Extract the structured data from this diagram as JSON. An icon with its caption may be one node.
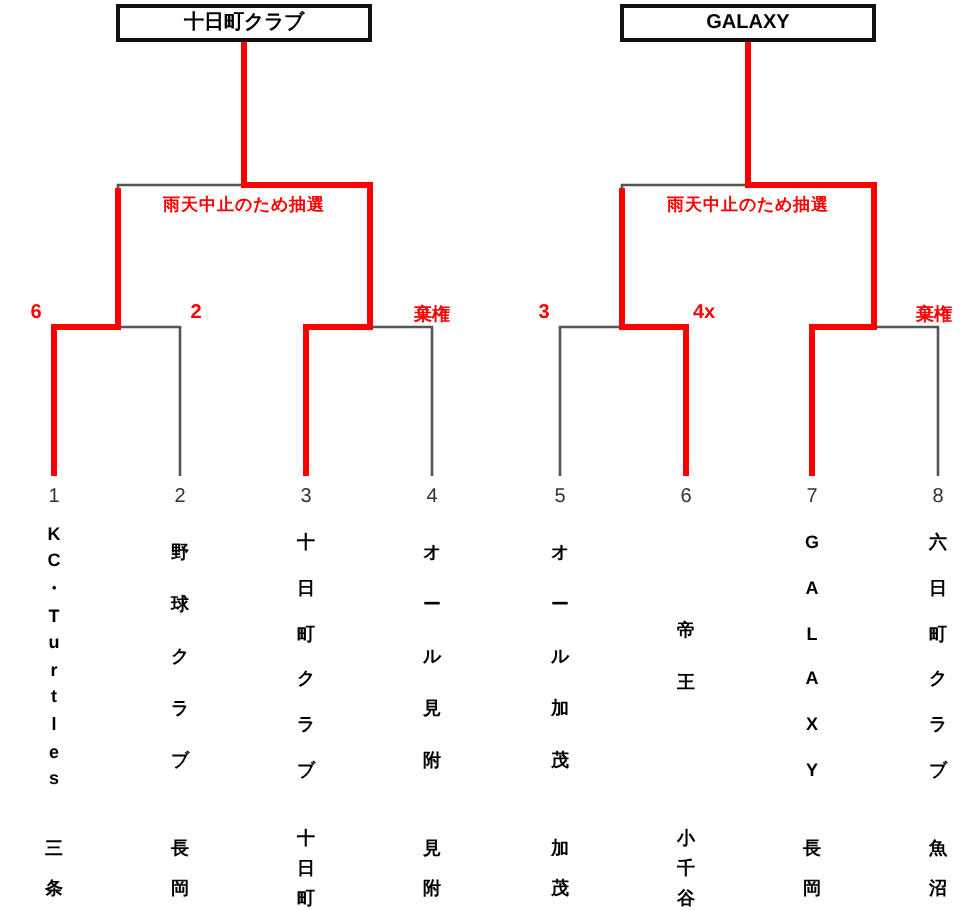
{
  "diagram": {
    "nodes": [
      {
        "text": [
          "十日町クラブ"
        ]
      },
      {
        "text": [
          "GALAXY"
        ]
      },
      {
        "text": [
          "1",
          "KC・Turtles",
          "三条"
        ]
      },
      {
        "text": [
          "2",
          "野球クラブ",
          "長岡"
        ]
      },
      {
        "text": [
          "3",
          "十日町クラブ",
          "十日町"
        ]
      },
      {
        "text": [
          "4",
          "オール見附",
          "見附"
        ]
      },
      {
        "text": [
          "5",
          "オール加茂",
          "加茂"
        ]
      },
      {
        "text": [
          "6",
          "帝王",
          "小千谷"
        ]
      },
      {
        "text": [
          "7",
          "GALAXY",
          "長岡"
        ]
      },
      {
        "text": [
          "8",
          "六日町クラブ",
          "魚沼"
        ]
      }
    ],
    "edges": [
      {
        "from": 2,
        "to": 0,
        "arrow": "none",
        "style": "thick",
        "color": "#ff0000"
      },
      {
        "from": 3,
        "to": 0,
        "arrow": "none",
        "color": "#555555"
      },
      {
        "from": 4,
        "to": 0,
        "arrow": "none",
        "style": "thick",
        "color": "#ff0000"
      },
      {
        "from": 5,
        "to": 0,
        "arrow": "none",
        "color": "#555555"
      },
      {
        "from": 6,
        "to": 1,
        "arrow": "none",
        "color": "#555555"
      },
      {
        "from": 7,
        "to": 1,
        "arrow": "none",
        "style": "thick",
        "color": "#ff0000"
      },
      {
        "from": 8,
        "to": 1,
        "arrow": "none",
        "style": "thick",
        "color": "#ff0000"
      },
      {
        "from": 9,
        "to": 1,
        "arrow": "none",
        "color": "#555555"
      }
    ],
    "labels": [
      "雨天中止のため抽選",
      "雨天中止のため抽選",
      "6",
      "2",
      "棄権",
      "3",
      "4x",
      "棄権"
    ]
  }
}
